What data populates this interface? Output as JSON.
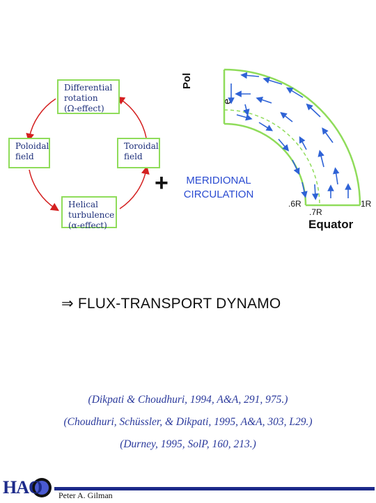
{
  "cycle": {
    "differential_rotation": [
      "Differential",
      "rotation",
      "(Ω-effect)"
    ],
    "poloidal_field": [
      "Poloidal",
      "field"
    ],
    "toroidal_field": [
      "Toroidal",
      "field"
    ],
    "helical_turbulence": [
      "Helical",
      "turbulence",
      "(α-effect)"
    ]
  },
  "plus_symbol": "+",
  "meridional": [
    "MERIDIONAL",
    "CIRCULATION"
  ],
  "pole_label": [
    "Pol",
    "e"
  ],
  "radius_labels": {
    "r06": ".6R",
    "r07": ".7R",
    "r1": "1R"
  },
  "equator_label": "Equator",
  "conclusion": "⇒ FLUX-TRANSPORT DYNAMO",
  "references": [
    "(Dikpati & Choudhuri, 1994, A&A, 291, 975.)",
    "(Choudhuri, Schüssler, & Dikpati, 1995, A&A, 303, L29.)",
    "(Durney, 1995, SolP, 160, 213.)"
  ],
  "footer": {
    "logo_text": "HAO",
    "author": "Peter A. Gilman"
  },
  "colors": {
    "box_border": "#8fdc5a",
    "cycle_arrow": "#d42020",
    "flow_arrow": "#2f63d6",
    "footer": "#1c2a8a"
  }
}
